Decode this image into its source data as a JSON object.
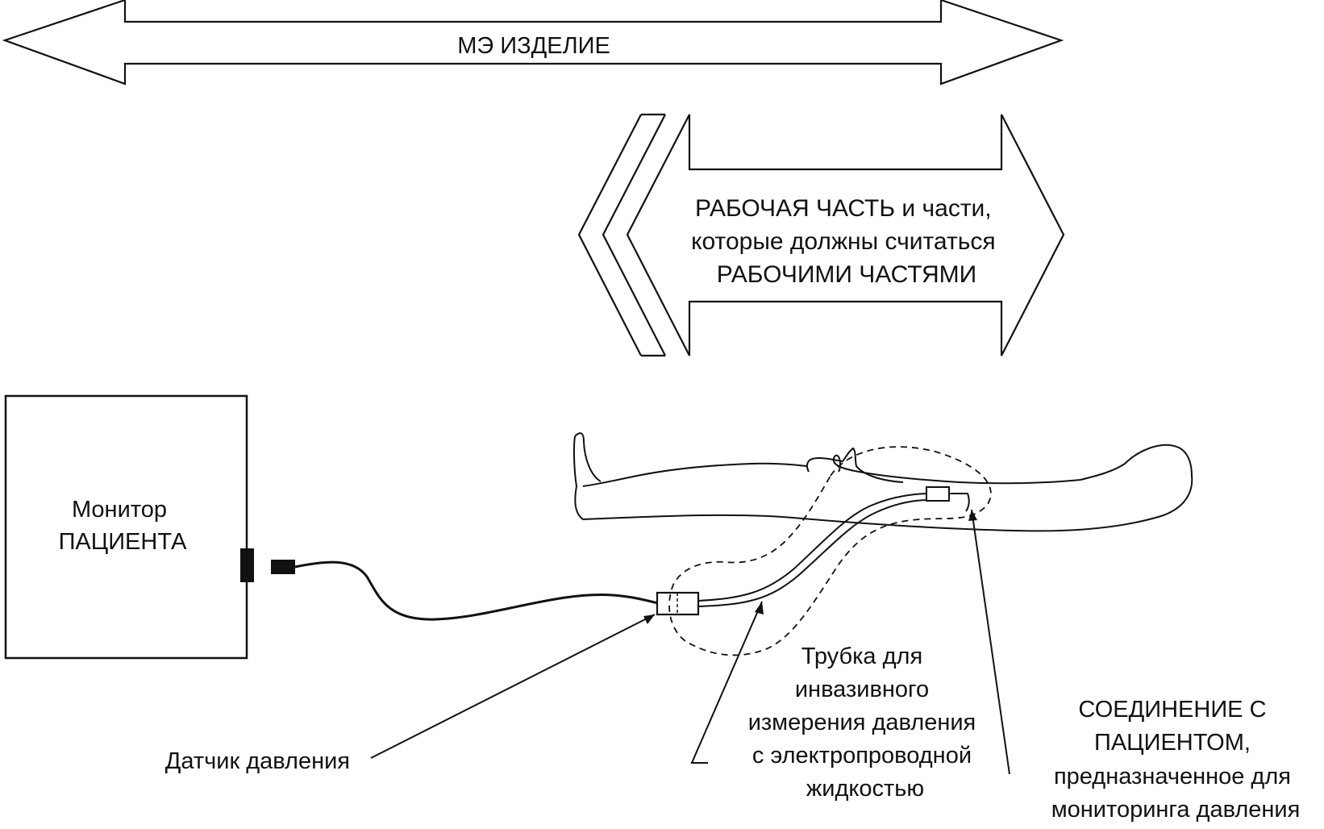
{
  "me_device_arrow": {
    "label": "МЭ ИЗДЕЛИЕ"
  },
  "applied_part_arrow": {
    "lines": [
      "РАБОЧАЯ ЧАСТЬ и части,",
      "которые должны считаться",
      "РАБОЧИМИ ЧАСТЯМИ"
    ]
  },
  "monitor": {
    "lines": [
      "Монитор",
      "ПАЦИЕНТА"
    ]
  },
  "callouts": {
    "pressure_sensor": {
      "lines": [
        "Датчик давления"
      ]
    },
    "tubing": {
      "lines": [
        "Трубка для",
        "инвазивного",
        "измерения давления",
        "с электропроводной",
        "жидкостью"
      ]
    },
    "patient_connection": {
      "lines": [
        "СОЕДИНЕНИЕ С",
        "ПАЦИЕНТОМ,",
        "предназначенное для",
        "мониторинга давления"
      ]
    }
  },
  "colors": {
    "ink": "#111111",
    "background": "#ffffff"
  }
}
